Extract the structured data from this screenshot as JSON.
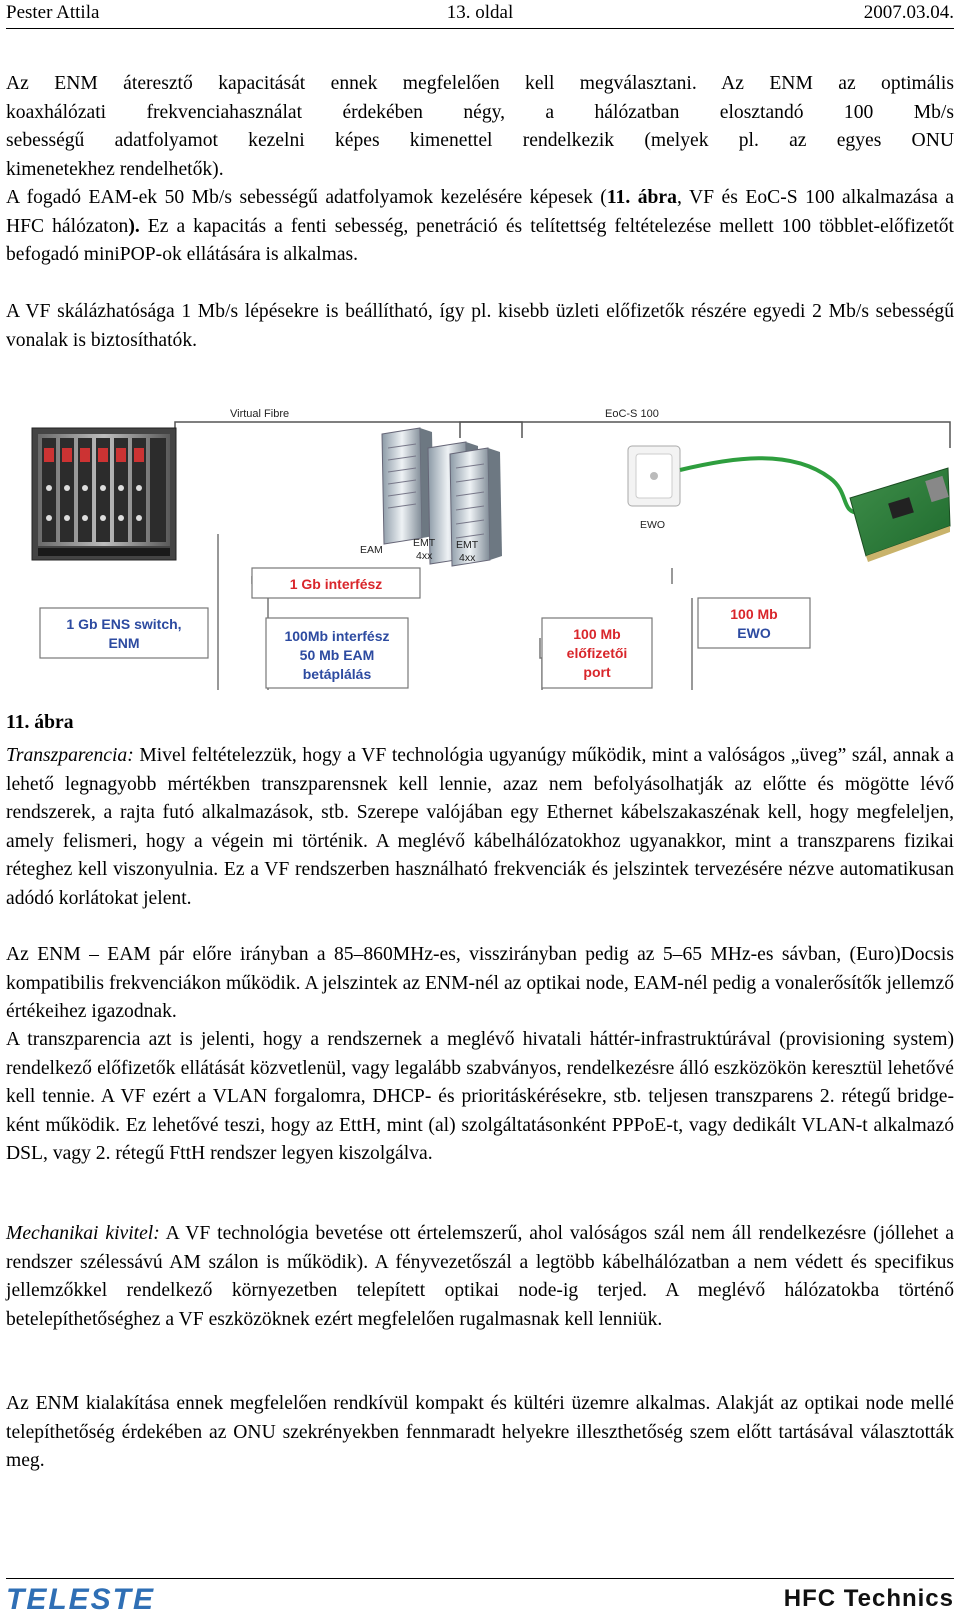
{
  "header": {
    "author": "Pester Attila",
    "page": "13. oldal",
    "date": "2007.03.04."
  },
  "para1": {
    "lines": [
      "Az ENM áteresztő kapacitását ennek megfelelően kell megválasztani. Az ENM az optimális",
      "koaxhálózati frekvenciahasználat érdekében négy, a hálózatban elosztandó 100 Mb/s",
      "sebességű adatfolyamot kezelni képes kimenettel rendelkezik (melyek pl. az egyes ONU"
    ],
    "last": "kimenetekhez rendelhetők)."
  },
  "para2": {
    "a": "A fogadó EAM-ek 50 Mb/s sebességű adatfolyamok kezelésére képesek (",
    "b": "11. ábra",
    "c": ", VF és EoC-S 100 alkalmazása a HFC hálózaton",
    "d": ").",
    "e": " Ez a kapacitás a fenti sebesség, penetráció és telítettség feltételezése mellett 100 többlet-előfizetőt befogadó miniPOP-ok ellátására is alkalmas."
  },
  "para3": "A VF skálázhatósága 1 Mb/s lépésekre is beállítható, így pl. kisebb üzleti előfizetők részére egyedi 2 Mb/s sebességű vonalak is biztosíthatók.",
  "figure": {
    "virtual_fibre": "Virtual Fibre",
    "eoc": "EoC-S 100",
    "eam": "EAM",
    "emt1": [
      "EMT",
      "4xx"
    ],
    "emt2": [
      "EMT",
      "4xx"
    ],
    "ewo": "EWO",
    "gb_interface": "1 Gb interfész",
    "ens_switch": [
      "1 Gb ENS switch,",
      "ENM"
    ],
    "mb_interface": [
      "100Mb  interfész",
      "50 Mb EAM",
      "betáplálás"
    ],
    "subscriber_port": [
      "100 Mb",
      "előfizetői",
      "port"
    ],
    "ewo_box": [
      "100 Mb",
      "EWO"
    ],
    "colors": {
      "cable": "#2e9e3e",
      "label": "#d9262b",
      "ens_label": "#2c4aa0",
      "box_border": "#555555"
    }
  },
  "caption": "11. ábra",
  "para4": {
    "term": "Transzparencia:",
    "text": " Mivel feltételezzük, hogy a VF technológia ugyanúgy működik, mint a valóságos „üveg” szál, annak a lehető legnagyobb mértékben transzparensnek kell lennie, azaz nem befolyásolhatják az előtte és mögötte lévő rendszerek, a rajta futó alkalmazások, stb. Szerepe valójában egy Ethernet kábelszakaszénak kell, hogy megfeleljen, amely felismeri, hogy a végein mi történik. A meglévő kábelhálózatokhoz ugyanakkor, mint a transzparens fizikai réteghez kell viszonyulnia. Ez a VF rendszerben használható frekvenciák és jelszintek tervezésére nézve automatikusan adódó korlátokat jelent."
  },
  "para5": "Az ENM – EAM pár előre irányban a 85–860MHz-es, visszirányban pedig az 5–65 MHz-es sávban, (Euro)Docsis kompatibilis frekvenciákon működik. A jelszintek az ENM-nél az optikai node, EAM-nél pedig a vonalerősítők jellemző értékeihez igazodnak.",
  "para6": "A transzparencia azt is jelenti, hogy a rendszernek a meglévő hivatali háttér-infrastruktúrával (provisioning system) rendelkező előfizetők ellátását közvetlenül, vagy legalább szabványos, rendelkezésre álló eszközökön keresztül lehetővé kell tennie. A VF ezért a VLAN forgalomra, DHCP- és prioritáskérésekre, stb. teljesen transzparens 2. rétegű bridge-ként működik. Ez lehetővé teszi, hogy az EttH, mint (al) szolgáltatásonként PPPoE-t, vagy dedikált VLAN-t alkalmazó DSL, vagy 2. rétegű FttH rendszer legyen kiszolgálva.",
  "para7": {
    "term": "Mechanikai kivitel:",
    "text": " A VF technológia bevetése ott értelemszerű, ahol valóságos szál nem áll rendelkezésre (jóllehet a rendszer szélessávú AM szálon is működik). A fényvezetőszál a legtöbb kábelhálózatban a nem védett és specifikus jellemzőkkel rendelkező környezetben telepített optikai node-ig terjed. A meglévő hálózatokba történő betelepíthetőséghez a VF eszközöknek ezért megfelelően rugalmasnak kell lenniük."
  },
  "para8": "Az ENM kialakítása ennek megfelelően rendkívül kompakt és kültéri üzemre alkalmas. Alakját az optikai node mellé telepíthetőség érdekében az ONU szekrényekben fennmaradt helyekre illeszthetőség szem előtt tartásával választották meg.",
  "footer": {
    "left_logo": "TELESTE",
    "right_logo": "HFC Technics"
  }
}
